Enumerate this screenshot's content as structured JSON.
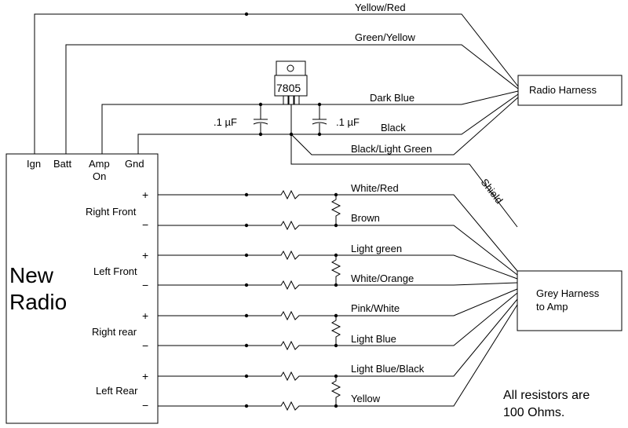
{
  "radio": {
    "name_line1": "New",
    "name_line2": "Radio",
    "pins": {
      "ign": "Ign",
      "batt": "Batt",
      "amp_on_line1": "Amp",
      "amp_on_line2": "On",
      "gnd": "Gnd"
    },
    "channels": [
      {
        "label": "Right Front",
        "plus": "+",
        "minus": "−"
      },
      {
        "label": "Left Front",
        "plus": "+",
        "minus": "−"
      },
      {
        "label": "Right rear",
        "plus": "+",
        "minus": "−"
      },
      {
        "label": "Left Rear",
        "plus": "+",
        "minus": "−"
      }
    ]
  },
  "regulator": {
    "label": "7805",
    "cap_left": ".1 µF",
    "cap_right": ".1 µF"
  },
  "radio_harness": {
    "label": "Radio Harness",
    "wires": [
      "Yellow/Red",
      "Green/Yellow",
      "Dark Blue",
      "Black",
      "Black/Light Green"
    ]
  },
  "shield_label": "Shield",
  "amp_harness": {
    "label_line1": "Grey Harness",
    "label_line2": "to Amp",
    "wires": [
      "White/Red",
      "Brown",
      "Light green",
      "White/Orange",
      "Pink/White",
      "Light Blue",
      "Light Blue/Black",
      "Yellow"
    ]
  },
  "note": {
    "line1": "All resistors are",
    "line2": "100 Ohms."
  }
}
